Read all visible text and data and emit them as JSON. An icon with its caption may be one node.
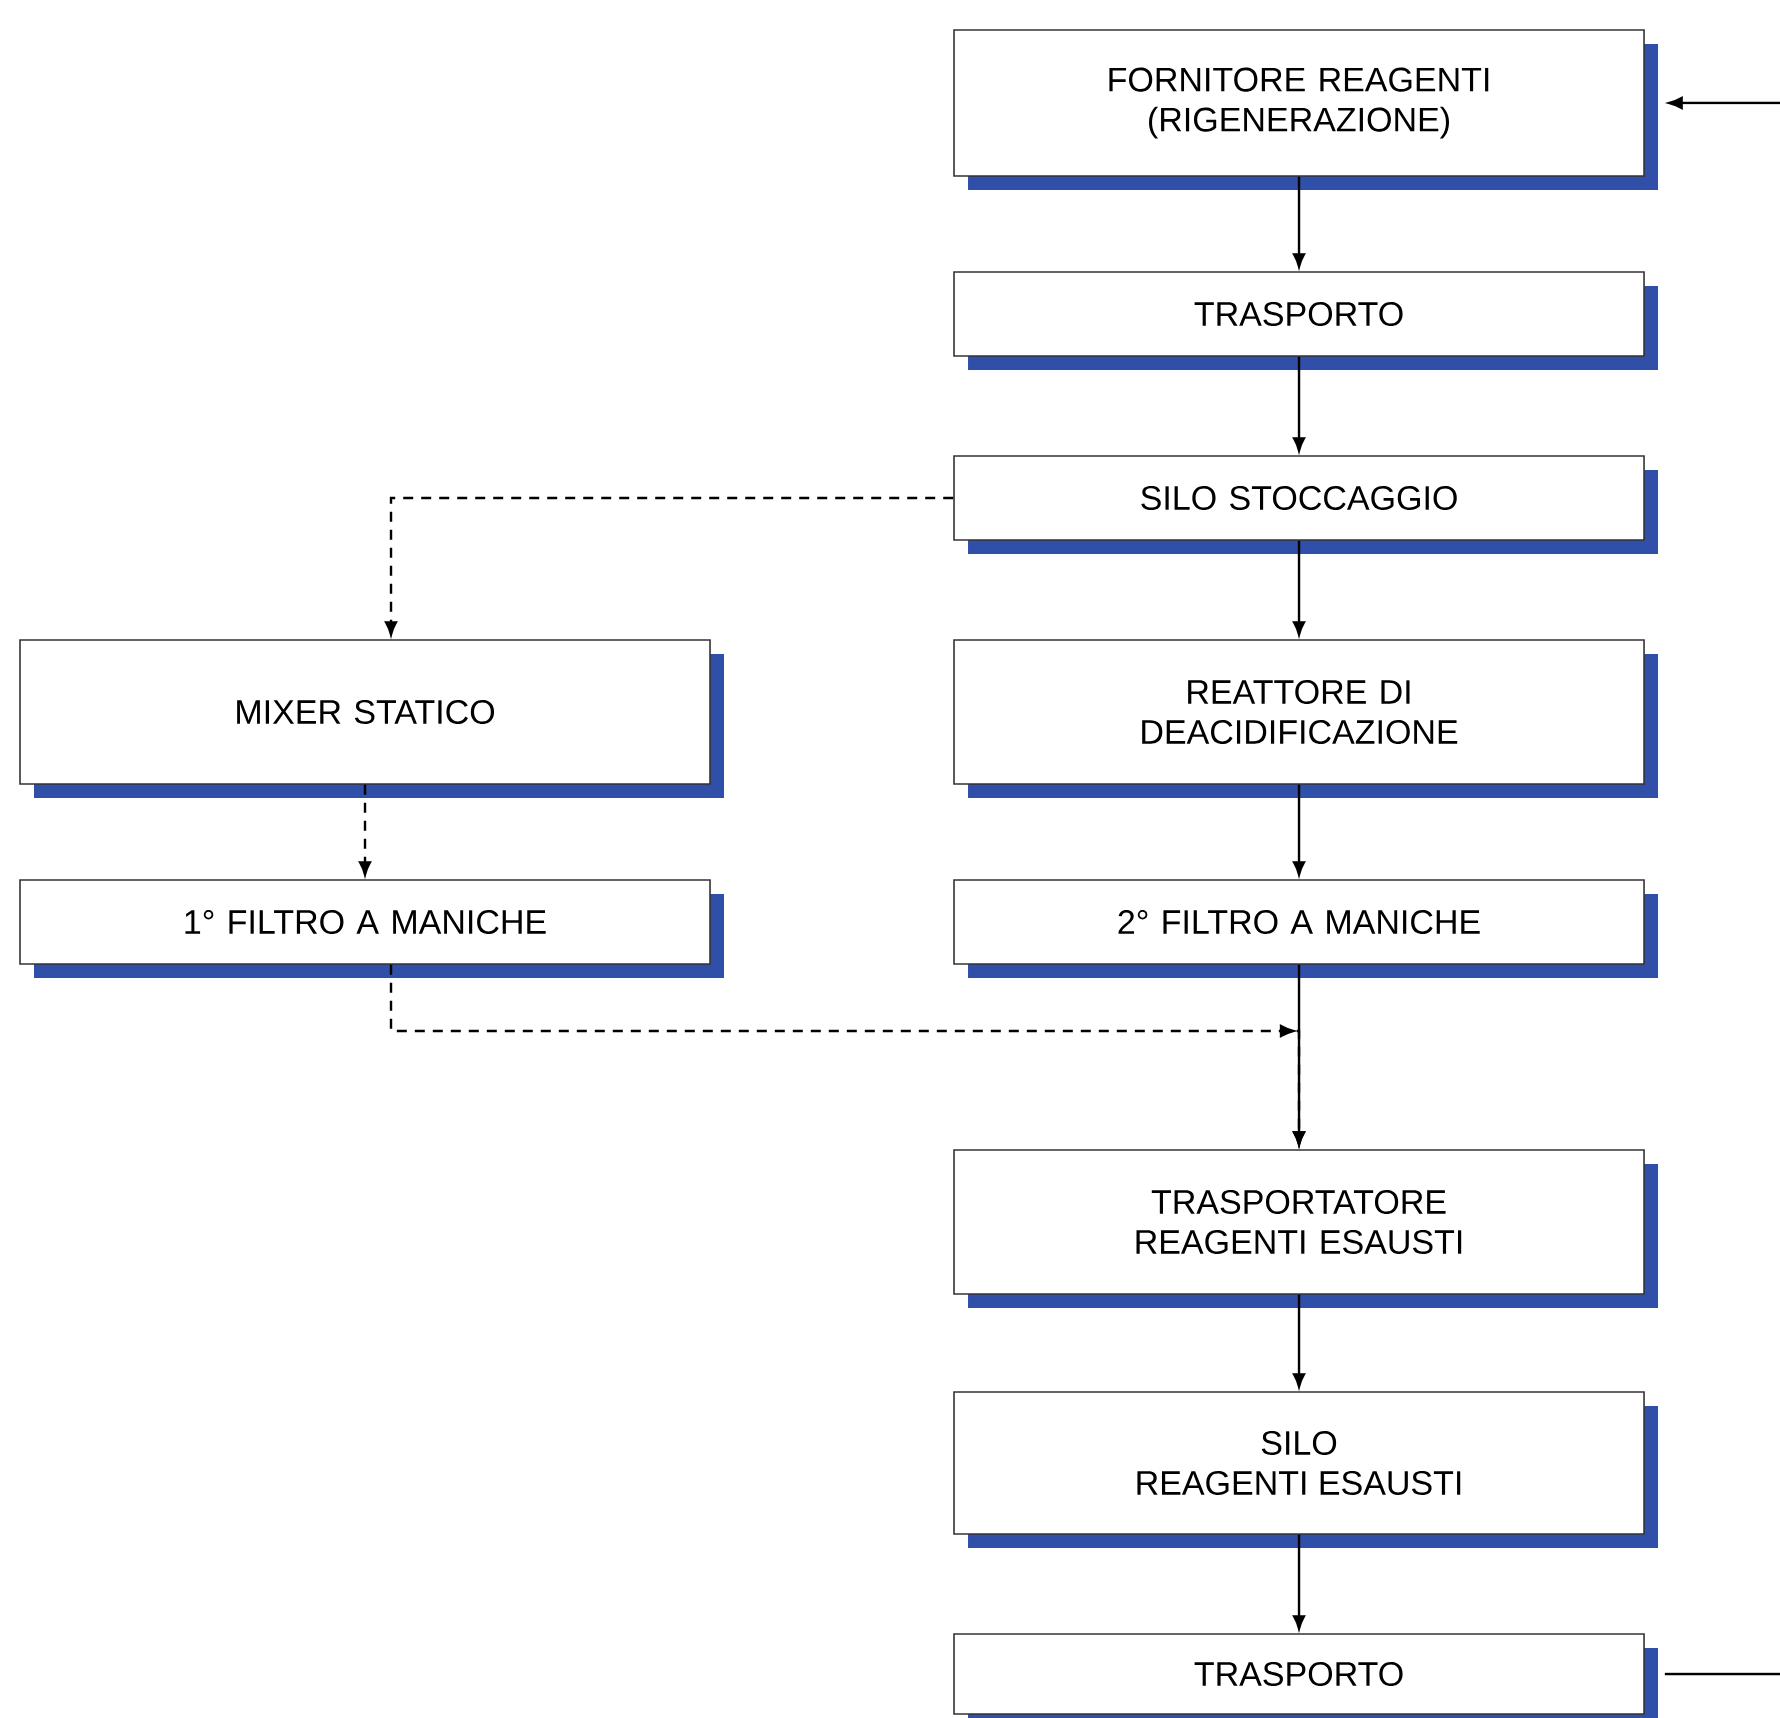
{
  "diagram": {
    "nodes": [
      {
        "text": [
          "FORNITORE REAGENTI (RIGENERAZIONE)"
        ]
      },
      {
        "text": [
          "TRASPORTO"
        ]
      },
      {
        "text": [
          "SILO STOCCAGGIO"
        ]
      },
      {
        "text": [
          "MIXER STATICO"
        ]
      },
      {
        "text": [
          "REATTORE DI DEACIDIFICAZIONE"
        ]
      },
      {
        "text": [
          "1° FILTRO A MANICHE"
        ]
      },
      {
        "text": [
          "2° FILTRO A MANICHE"
        ]
      },
      {
        "text": [
          "TRASPORTATORE REAGENTI ESAUSTI"
        ]
      },
      {
        "text": [
          "SILO REAGENTI ESAUSTI"
        ]
      },
      {
        "text": [
          "TRASPORTO"
        ]
      }
    ],
    "edges": [
      {
        "from": null,
        "to": 0,
        "arrow": "to"
      },
      {
        "from": 0,
        "to": 1,
        "arrow": "to"
      },
      {
        "from": 1,
        "to": 2,
        "arrow": "to"
      },
      {
        "from": 2,
        "to": 3,
        "arrow": "to",
        "style": "dashed"
      },
      {
        "from": 2,
        "to": 4,
        "arrow": "to"
      },
      {
        "from": 3,
        "to": 5,
        "arrow": "to",
        "style": "dashed"
      },
      {
        "from": 4,
        "to": 6,
        "arrow": "to"
      },
      {
        "from": 6,
        "to": 7,
        "arrow": "to"
      },
      {
        "from": 5,
        "to": 7,
        "arrow": "to",
        "style": "dashed"
      },
      {
        "from": 7,
        "to": 8,
        "arrow": "to"
      },
      {
        "from": 8,
        "to": 9,
        "arrow": "to"
      },
      {
        "from": 9,
        "to": null,
        "arrow": "none"
      }
    ]
  }
}
